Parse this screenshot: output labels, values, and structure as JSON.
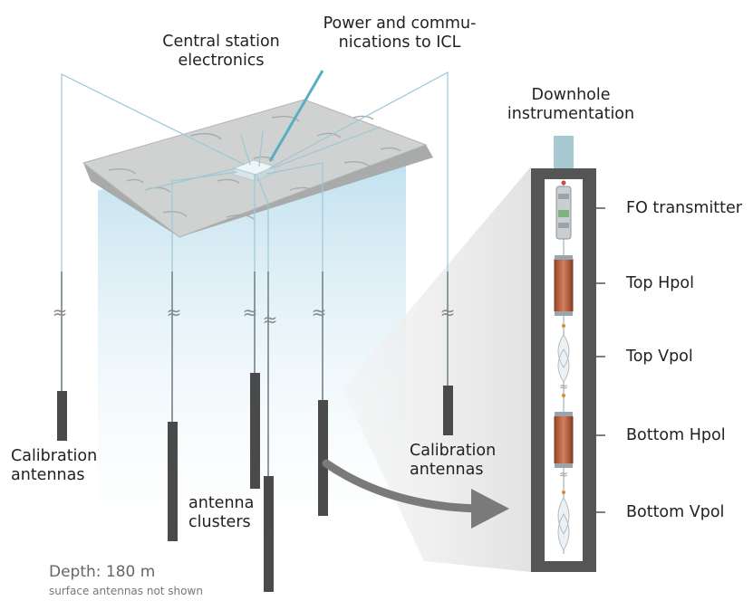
{
  "labels": {
    "central_station": "Central station\nelectronics",
    "power_comms": "Power and commu-\nnications to ICL",
    "downhole": "Downhole\ninstrumentation",
    "fo_transmitter": "FO transmitter",
    "top_hpol": "Top Hpol",
    "top_vpol": "Top Vpol",
    "bottom_hpol": "Bottom Hpol",
    "bottom_vpol": "Bottom Vpol",
    "calibration_left": "Calibration\nantennas",
    "calibration_right": "Calibration\nantennas",
    "antenna_clusters": "antenna\nclusters",
    "depth": "Depth: 180 m",
    "surface_note": "surface antennas not shown"
  },
  "break_symbol": "≈",
  "colors": {
    "cable": "#9cc8d6",
    "uplink_cable": "#5aaec2",
    "string": "#8a9a9e",
    "antenna": "#4a4a4a",
    "ice_surface": "#cfd0d0",
    "ice_glow": "#cfe6f0",
    "borehole_frame": "#555555",
    "hpol": "#b85a38",
    "arrow": "#777777"
  }
}
